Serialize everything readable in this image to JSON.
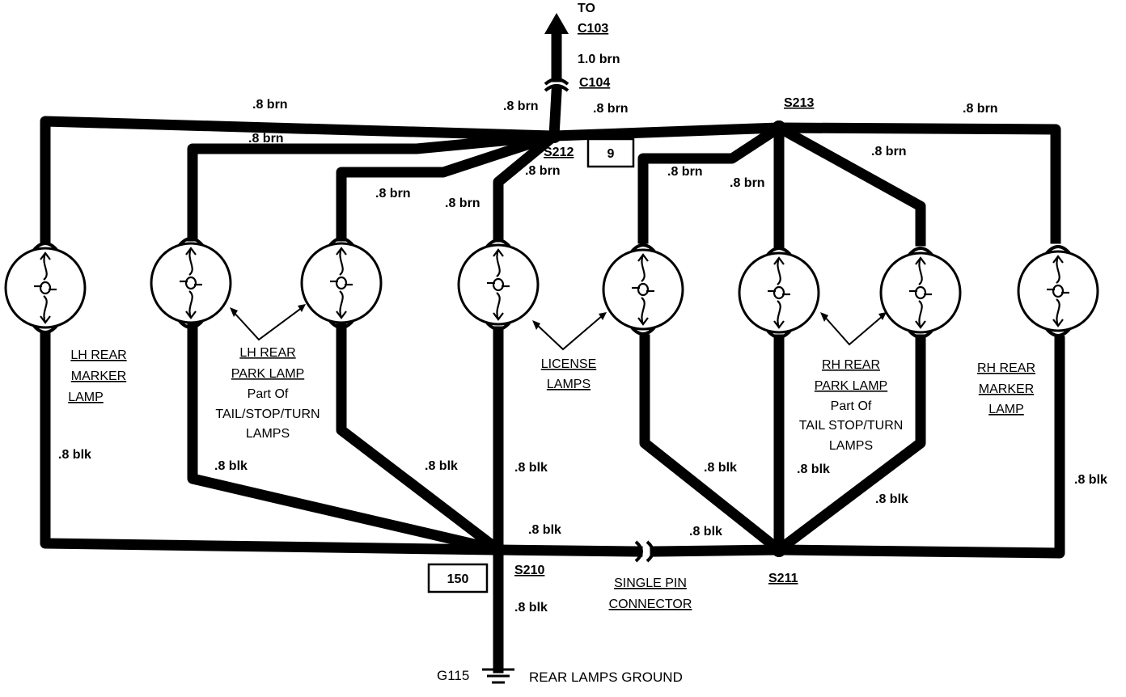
{
  "feed": {
    "to_label": "TO",
    "to_connector": "C103",
    "wire": "1.0 brn",
    "connector": "C104"
  },
  "splices": {
    "s212": "S212",
    "s213": "S213",
    "s210": "S210",
    "s211": "S211"
  },
  "boxes": {
    "top": "9",
    "bottom": "150"
  },
  "wire_labels": {
    "brn_lh_marker": ".8 brn",
    "brn_lh_park_1": ".8 brn",
    "brn_lh_park_2": ".8 brn",
    "brn_license_1": ".8 brn",
    "brn_s212_up": ".8 brn",
    "brn_s212_right": ".8 brn",
    "brn_license_2": ".8 brn",
    "brn_rh_park_1": ".8 brn",
    "brn_rh_park_2": ".8 brn",
    "brn_rh_marker": ".8 brn",
    "blk_lh_marker": ".8 blk",
    "blk_lh_park_1": ".8 blk",
    "blk_lh_park_2": ".8 blk",
    "blk_license_1": ".8 blk",
    "blk_s210_right": ".8 blk",
    "blk_s211_left": ".8 blk",
    "blk_license_2": ".8 blk",
    "blk_rh_park_1": ".8 blk",
    "blk_rh_park_2": ".8 blk",
    "blk_rh_marker": ".8 blk",
    "blk_ground": ".8 blk"
  },
  "lamp_labels": {
    "lh_marker": [
      "LH REAR",
      "MARKER",
      "LAMP"
    ],
    "lh_park_title": [
      "LH REAR",
      "PARK LAMP"
    ],
    "lh_park_sub": [
      "Part Of",
      "TAIL/STOP/TURN",
      "LAMPS"
    ],
    "license": [
      "LICENSE",
      "LAMPS"
    ],
    "rh_park_title": [
      "RH REAR",
      "PARK LAMP"
    ],
    "rh_park_sub": [
      "Part Of",
      "TAIL STOP/TURN",
      "LAMPS"
    ],
    "rh_marker": [
      "RH REAR",
      "MARKER",
      "LAMP"
    ]
  },
  "single_pin": [
    "SINGLE PIN",
    "CONNECTOR"
  ],
  "ground": {
    "id": "G115",
    "label": "REAR LAMPS GROUND"
  }
}
